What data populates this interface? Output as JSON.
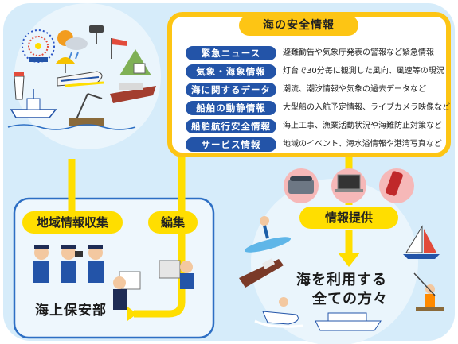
{
  "panel": {
    "title": "海の安全情報",
    "rows": [
      {
        "label": "緊急ニュース",
        "desc": "避難勧告や気象庁発表の警報など緊急情報"
      },
      {
        "label": "気象・海象情報",
        "desc": "灯台で30分毎に観測した風向、風速等の現況"
      },
      {
        "label": "海に関するデータ",
        "desc": "潮流、潮汐情報や気象の過去データなど"
      },
      {
        "label": "船舶の動静情報",
        "desc": "大型船の入航予定情報、ライブカメラ映像など"
      },
      {
        "label": "船舶航行安全情報",
        "desc": "海上工事、漁業活動状況や海難防止対策など"
      },
      {
        "label": "サービス情報",
        "desc": "地域のイベント、海水浴情報や港湾写真など"
      }
    ]
  },
  "flow": {
    "collect_label": "地域情報収集",
    "edit_label": "編集",
    "provide_label": "情報提供",
    "organization": "海上保安部",
    "audience_line1": "海を利用する",
    "audience_line2": "全ての方々"
  },
  "colors": {
    "background_blue": "#d6ecfa",
    "panel_border": "#fdc514",
    "label_navy": "#2354a8",
    "tag_yellow": "#ffde00",
    "box_border": "#2d6fc4"
  }
}
